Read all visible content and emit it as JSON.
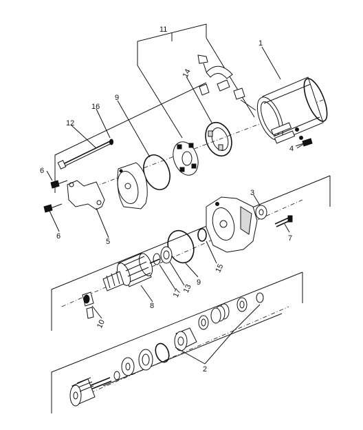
{
  "callouts": {
    "c1": "1",
    "c2": "2",
    "c3": "3",
    "c4": "4",
    "c5": "5",
    "c6a": "6",
    "c6b": "6",
    "c7": "7",
    "c8": "8",
    "c9a": "9",
    "c9b": "9",
    "c10": "10",
    "c11": "11",
    "c12": "12",
    "c13": "13",
    "c14": "14",
    "c15": "15",
    "c16": "16",
    "c17": "17"
  }
}
